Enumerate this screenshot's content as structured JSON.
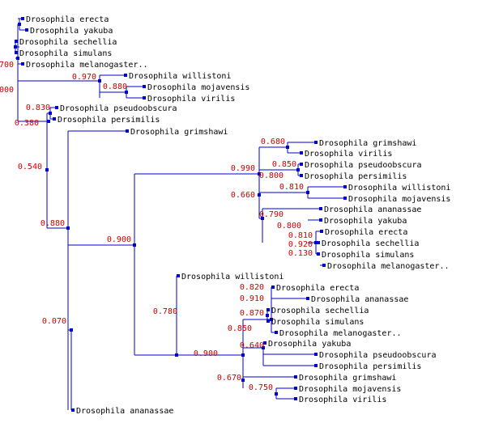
{
  "colors": {
    "branch": "#0000cc",
    "node": "#0000cc",
    "taxon_text": "#000000",
    "support_text": "#cc0000",
    "background": "#ffffff"
  },
  "taxa": [
    "Drosophila erecta",
    "Drosophila yakuba",
    "Drosophila sechellia",
    "Drosophila simulans",
    "Drosophila melanogaster..",
    "Drosophila willistoni",
    "Drosophila mojavensis",
    "Drosophila virilis",
    "Drosophila pseudoobscura",
    "Drosophila persimilis",
    "Drosophila grimshawi",
    "Drosophila grimshawi",
    "Drosophila virilis",
    "Drosophila pseudoobscura",
    "Drosophila persimilis",
    "Drosophila willistoni",
    "Drosophila mojavensis",
    "Drosophila ananassae",
    "Drosophila yakuba",
    "Drosophila erecta",
    "Drosophila sechellia",
    "Drosophila simulans",
    "Drosophila melanogaster..",
    "Drosophila willistoni",
    "Drosophila erecta",
    "Drosophila ananassae",
    "Drosophila sechellia",
    "Drosophila simulans",
    "Drosophila melanogaster..",
    "Drosophila yakuba",
    "Drosophila pseudoobscura",
    "Drosophila persimilis",
    "Drosophila grimshawi",
    "Drosophila mojavensis",
    "Drosophila virilis",
    "Drosophila ananassae"
  ],
  "supports": [
    "700",
    "000",
    "0.970",
    "0.880",
    "0.830",
    "0.380",
    "0.540",
    "0.880",
    "0.900",
    "0.070",
    "0.680",
    "0.850",
    "0.990",
    "0.800",
    "0.810",
    "0.660",
    "0.790",
    "0.800",
    "0.810",
    "0.920",
    "0.130",
    "0.820",
    "0.910",
    "0.870",
    "0.780",
    "0.850",
    "0.640",
    "0.900",
    "0.670",
    "0.750"
  ]
}
